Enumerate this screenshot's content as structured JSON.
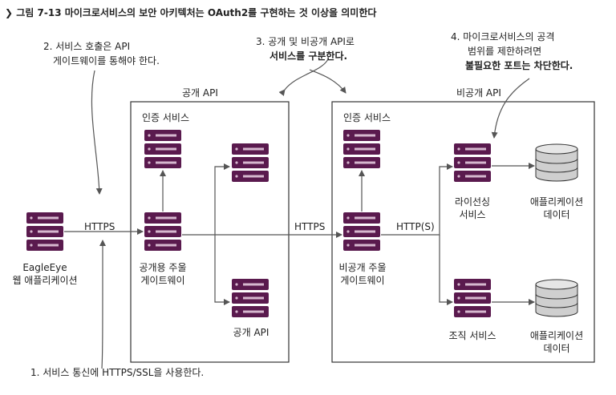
{
  "figure": {
    "icon": "chevron-down-icon",
    "caption": "그림 7-13 마이크로서비스의 보안 아키텍처는 OAuth2를 구현하는 것 이상을 의미한다"
  },
  "annotations": {
    "note1": "1. 서비스 통신에 HTTPS/SSL을 사용한다.",
    "note2_l1": "2. 서비스 호출은 API",
    "note2_l2": "게이트웨이를 통해야 한다.",
    "note3_l1": "3. 공개 및 비공개 API로",
    "note3_l2": "서비스를 구분한다.",
    "note4_l1": "4. 마이크로서비스의 공격",
    "note4_l2": "범위를 제한하려면",
    "note4_l3": "불필요한 포트는 차단한다."
  },
  "zones": {
    "public_title": "공개 API",
    "private_title": "비공개 API"
  },
  "client": {
    "name_l1": "EagleEye",
    "name_l2": "웹 애플리케이션"
  },
  "public": {
    "auth_label": "인증 서비스",
    "gateway_l1": "공개용 주울",
    "gateway_l2": "게이트웨이",
    "api_label": "공개 API"
  },
  "private": {
    "auth_label": "인증 서비스",
    "gateway_l1": "비공개 주울",
    "gateway_l2": "게이트웨이",
    "license_l1": "라이선싱",
    "license_l2": "서비스",
    "org_label": "조직 서비스",
    "db1_l1": "애플리케이션",
    "db1_l2": "데이터",
    "db2_l1": "애플리케이션",
    "db2_l2": "데이터"
  },
  "protocols": {
    "https_client": "HTTPS",
    "https_zones": "HTTPS",
    "http_private": "HTTP(S)"
  },
  "colors": {
    "server": "#5a1a4e",
    "server_bar": "#d6b8cf",
    "db_top": "#e6e6e6",
    "db_body": "#cfcfcf",
    "line": "#555555"
  }
}
